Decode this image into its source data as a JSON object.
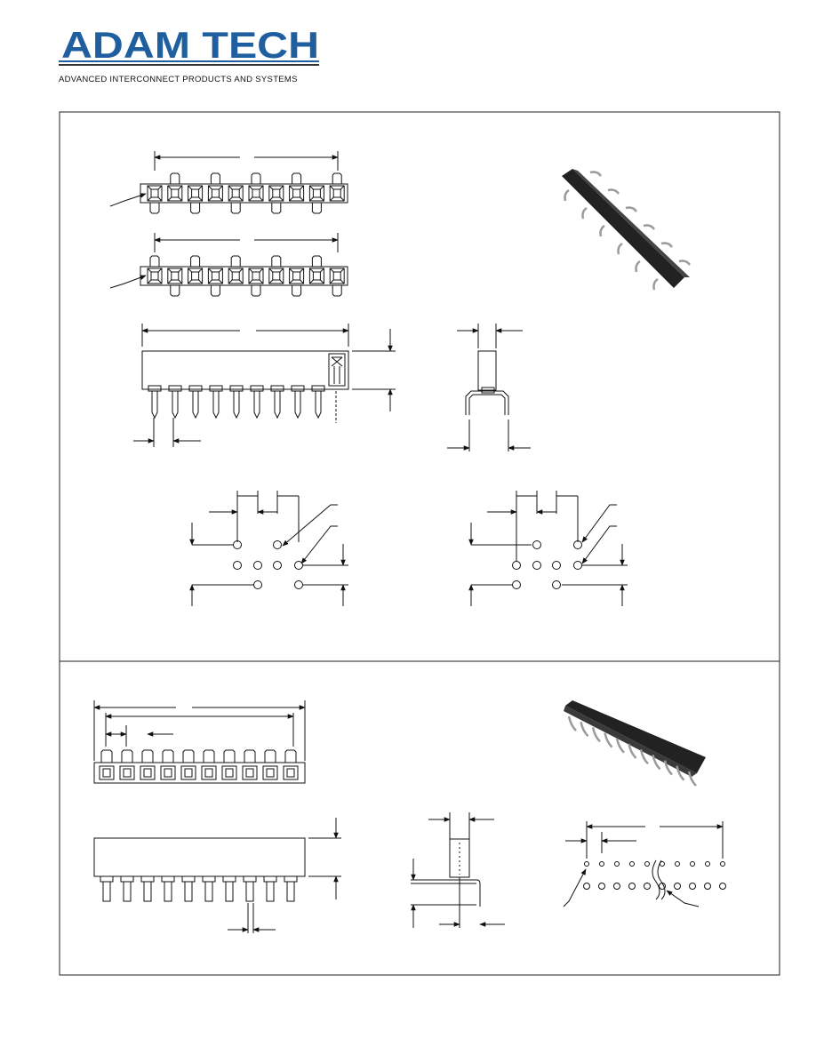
{
  "brand": {
    "name": "ADAM TECH",
    "tagline": "ADVANCED INTERCONNECT PRODUCTS AND SYSTEMS",
    "color": "#1f5fa0"
  },
  "sections": [
    {
      "name": "upper-section",
      "views": [
        "top-view-a",
        "top-view-b",
        "side-view",
        "end-view",
        "pcb-layout-left",
        "pcb-layout-right",
        "product-photo-top"
      ]
    },
    {
      "name": "lower-section",
      "views": [
        "top-view",
        "side-view",
        "end-view",
        "pcb-layout",
        "product-photo-bottom"
      ]
    }
  ],
  "colors": {
    "line": "#111111",
    "frame": "#222222",
    "photo": "#2a2a2a",
    "pin": "#9a9a9a"
  }
}
